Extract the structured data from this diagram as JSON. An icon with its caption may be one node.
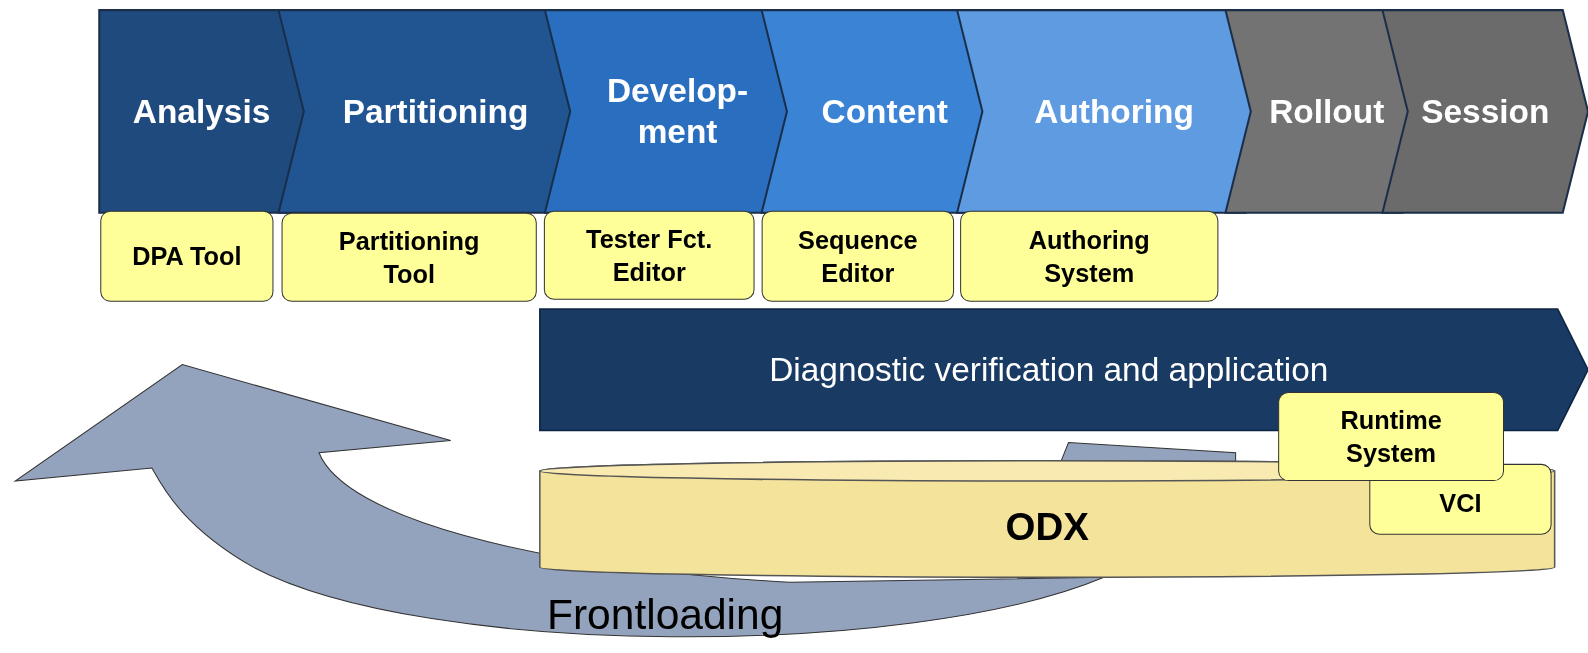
{
  "diagram": {
    "nodes": [
      {
        "text": [
          "Analysis"
        ]
      },
      {
        "text": [
          "Partitioning"
        ]
      },
      {
        "text": [
          "Develop- ment"
        ]
      },
      {
        "text": [
          "Content"
        ]
      },
      {
        "text": [
          "Authoring"
        ]
      },
      {
        "text": [
          "Rollout"
        ]
      },
      {
        "text": [
          "Session"
        ]
      },
      {
        "text": [
          "DPA Tool"
        ]
      },
      {
        "text": [
          "Partitioning Tool"
        ]
      },
      {
        "text": [
          "Tester Fct. Editor"
        ]
      },
      {
        "text": [
          "Sequence Editor"
        ]
      },
      {
        "text": [
          "Authoring System"
        ]
      },
      {
        "text": [
          "Diagnostic verification and application"
        ]
      },
      {
        "text": [
          "ODX"
        ]
      },
      {
        "text": [
          "Runtime System"
        ]
      },
      {
        "text": [
          "VCI"
        ],
        "in": 13
      }
    ],
    "labels": [
      "Frontloading"
    ]
  }
}
